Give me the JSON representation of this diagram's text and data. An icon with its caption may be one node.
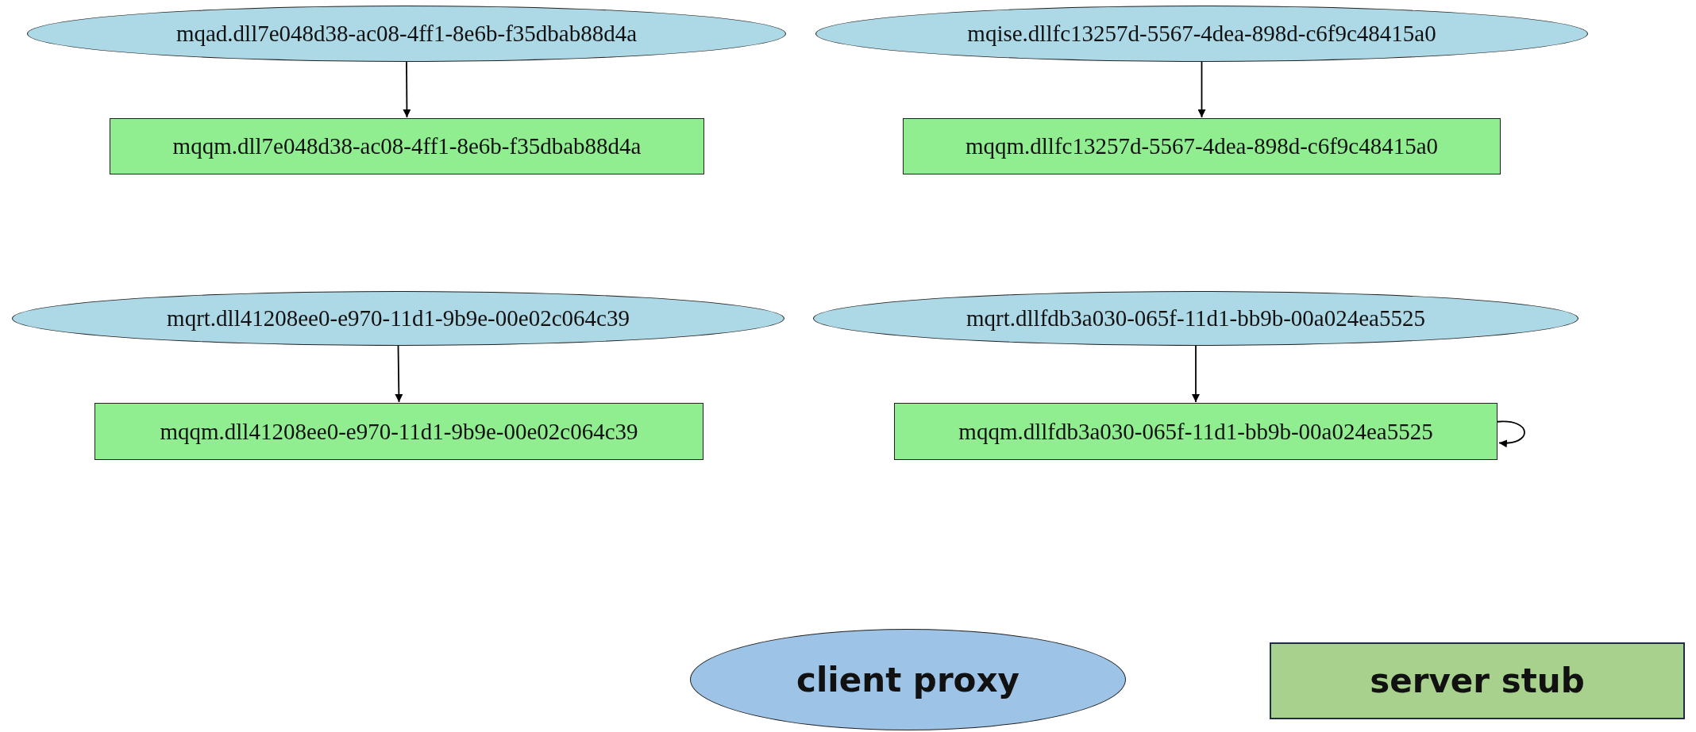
{
  "diagram": {
    "nodes": [
      {
        "text": [
          "mqad.dll7e048d38-ac08-4ff1-8e6b-f35dbab88d4a"
        ]
      },
      {
        "text": [
          "mqqm.dll7e048d38-ac08-4ff1-8e6b-f35dbab88d4a"
        ]
      },
      {
        "text": [
          "mqise.dllfc13257d-5567-4dea-898d-c6f9c48415a0"
        ]
      },
      {
        "text": [
          "mqqm.dllfc13257d-5567-4dea-898d-c6f9c48415a0"
        ]
      },
      {
        "text": [
          "mqrt.dll41208ee0-e970-11d1-9b9e-00e02c064c39"
        ]
      },
      {
        "text": [
          "mqqm.dll41208ee0-e970-11d1-9b9e-00e02c064c39"
        ]
      },
      {
        "text": [
          "mqrt.dllfdb3a030-065f-11d1-bb9b-00a024ea5525"
        ]
      },
      {
        "text": [
          "mqqm.dllfdb3a030-065f-11d1-bb9b-00a024ea5525"
        ]
      }
    ],
    "edges": [
      {
        "from": 0,
        "to": 1,
        "arrow": "to"
      },
      {
        "from": 2,
        "to": 3,
        "arrow": "to"
      },
      {
        "from": 4,
        "to": 5,
        "arrow": "to"
      },
      {
        "from": 6,
        "to": 7,
        "arrow": "to"
      },
      {
        "from": 7,
        "to": 7,
        "arrow": "to"
      }
    ],
    "legend": [
      {
        "text": "client proxy",
        "color": "#9dc3e6"
      },
      {
        "text": "server stub",
        "color": "#a9d18e"
      }
    ]
  }
}
